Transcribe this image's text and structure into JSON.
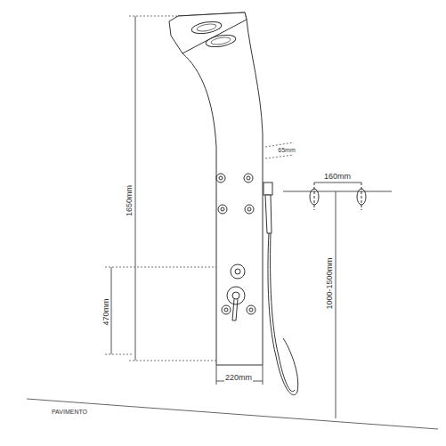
{
  "diagram": {
    "labels": [
      "1650mm",
      "65mm",
      "160mm",
      "470mm",
      "1000-1500mm",
      "220mm",
      "PAVIMENTO"
    ]
  }
}
